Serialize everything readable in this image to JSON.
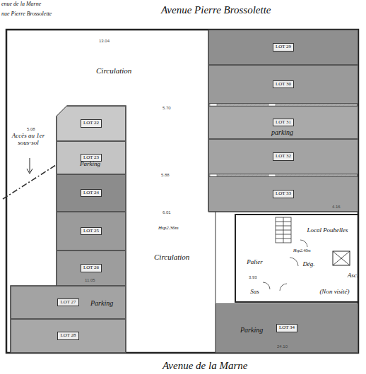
{
  "diagram": {
    "nodes": [
      {
        "text": [
          "LOT 29"
        ]
      },
      {
        "text": [
          "LOT 30"
        ]
      },
      {
        "text": [
          "LOT 31"
        ]
      },
      {
        "text": [
          "LOT 32"
        ]
      },
      {
        "text": [
          "LOT 33"
        ]
      },
      {
        "text": [
          "LOT 22"
        ]
      },
      {
        "text": [
          "LOT 23"
        ]
      },
      {
        "text": [
          "LOT 24"
        ]
      },
      {
        "text": [
          "LOT 25"
        ]
      },
      {
        "text": [
          "LOT 26"
        ]
      },
      {
        "text": [
          "LOT 27"
        ]
      },
      {
        "text": [
          "LOT 28"
        ]
      },
      {
        "text": [
          "LOT 34"
        ]
      },
      {
        "text": [
          "Palier"
        ]
      },
      {
        "text": [
          "Local Poubelles"
        ]
      },
      {
        "text": [
          "Dég."
        ]
      },
      {
        "text": [
          "Asc."
        ]
      },
      {
        "text": [
          "Sas"
        ]
      },
      {
        "text": [
          "(Non visité)"
        ]
      }
    ],
    "labels": [
      "enue de la Marne",
      "nue Pierre Brossolette",
      "Avenue Pierre Brossolette",
      "Circulation",
      "Accès au 1er sous-sol",
      "Parking",
      "parking",
      "Hsp2.36m",
      "Circulation",
      "Hsp2.40m",
      "Parking",
      "Parking",
      "Avenue de la Marne",
      "13.04",
      "5.08",
      "5.70",
      "5.88",
      "6.01",
      "11.05",
      "24.10",
      "3.93",
      "4.16"
    ]
  }
}
